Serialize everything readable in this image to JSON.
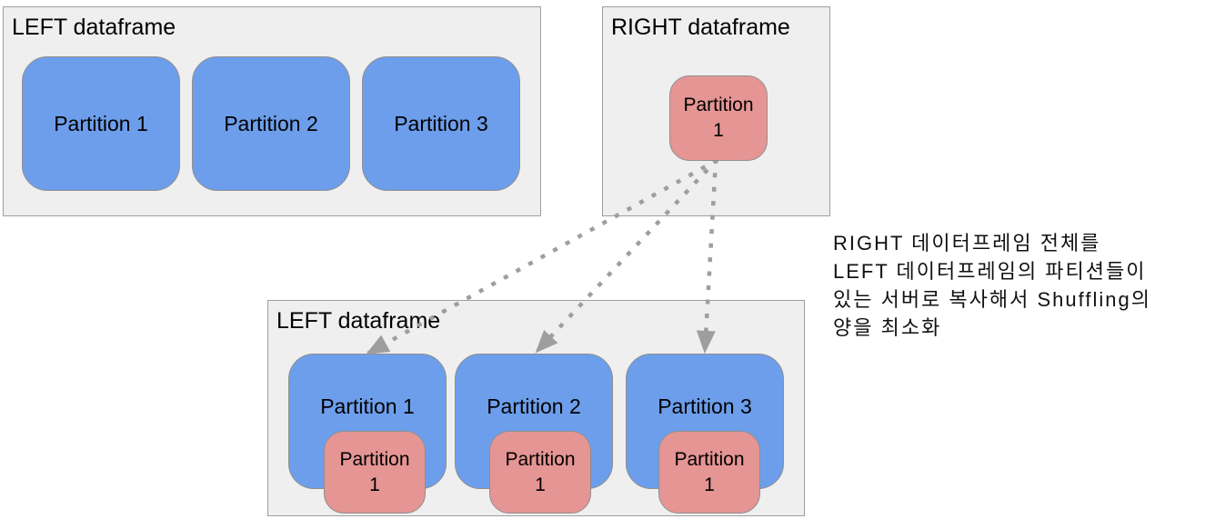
{
  "top_left": {
    "title": "LEFT dataframe",
    "partitions": [
      "Partition 1",
      "Partition 2",
      "Partition 3"
    ]
  },
  "top_right": {
    "title": "RIGHT dataframe",
    "partition": {
      "line1": "Partition",
      "line2": "1"
    }
  },
  "bottom": {
    "title": "LEFT dataframe",
    "partitions": [
      {
        "label": "Partition 1",
        "copied": {
          "line1": "Partition",
          "line2": "1"
        }
      },
      {
        "label": "Partition 2",
        "copied": {
          "line1": "Partition",
          "line2": "1"
        }
      },
      {
        "label": "Partition 3",
        "copied": {
          "line1": "Partition",
          "line2": "1"
        }
      }
    ]
  },
  "annotation": {
    "lines": [
      "RIGHT 데이터프레임 전체를",
      "LEFT 데이터프레임의 파티션들이",
      "있는 서버로 복사해서 Shuffling의",
      "양을 최소화"
    ]
  },
  "colors": {
    "container_bg": "#efefef",
    "container_border": "#9e9e9e",
    "partition_blue": "#6d9eeb",
    "partition_pink": "#e59594",
    "arrow_gray": "#9e9e9e",
    "text": "#000000"
  }
}
